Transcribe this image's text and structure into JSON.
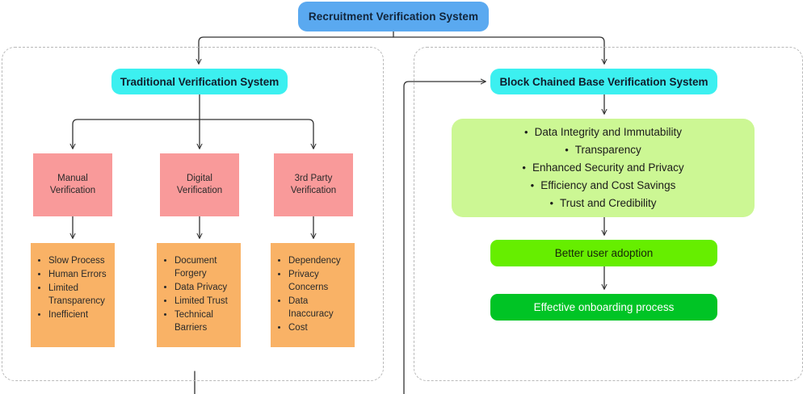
{
  "diagram": {
    "root": {
      "label": "Recruitment Verification System"
    },
    "branches": {
      "left": {
        "label": "Traditional Verification System"
      },
      "right": {
        "label": "Block Chained Base Verification System"
      }
    },
    "methods": [
      {
        "name": "manual-verification",
        "line1": "Manual",
        "line2": "Verification"
      },
      {
        "name": "digital-verification",
        "line1": "Digital",
        "line2": "Verification"
      },
      {
        "name": "third-party-verification",
        "line1": "3rd Party",
        "line2": "Verification"
      }
    ],
    "drawbacks": [
      {
        "name": "manual-drawbacks",
        "items": [
          "Slow Process",
          "Human Errors",
          "Limited Transparency",
          "Inefficient"
        ]
      },
      {
        "name": "digital-drawbacks",
        "items": [
          "Document Forgery",
          "Data Privacy",
          "Limited Trust",
          "Technical Barriers"
        ]
      },
      {
        "name": "third-party-drawbacks",
        "items": [
          "Dependency",
          "Privacy Concerns",
          "Data Inaccuracy",
          "Cost"
        ]
      }
    ],
    "benefits": {
      "items": [
        "Data Integrity and Immutability",
        "Transparency",
        "Enhanced Security and Privacy",
        "Efficiency and Cost Savings",
        "Trust and Credibility"
      ]
    },
    "outcomes": [
      {
        "name": "better-user-adoption",
        "label": "Better user adoption"
      },
      {
        "name": "effective-onboarding-process",
        "label": "Effective onboarding process"
      }
    ],
    "colors": {
      "root": "#5AA9F0",
      "branch": "#3CF0F0",
      "method": "#F99A9A",
      "drawback": "#F9B266",
      "benefits": "#CCF794",
      "outcome_light": "#66EE00",
      "outcome_dark": "#00C425",
      "connector": "#333333",
      "container_border": "#B9B9B9"
    }
  }
}
